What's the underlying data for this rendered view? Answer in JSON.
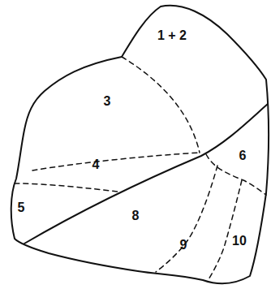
{
  "diagram": {
    "labels": [
      "1 + 2",
      "3",
      "4",
      "5",
      "6",
      "8",
      "9",
      "10"
    ]
  }
}
